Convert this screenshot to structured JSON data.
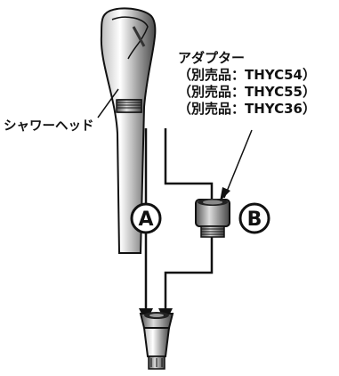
{
  "labels": {
    "adapter_title": "アダプター",
    "adapter_options": [
      "（別売品：THYC54）",
      "（別売品：THYC55）",
      "（別売品：THYC36）"
    ],
    "shower_head": "シャワーヘッド",
    "route_a": "A",
    "route_b": "B"
  },
  "colors": {
    "line": "#111111",
    "part_fill": "#ffffff",
    "shading": "#6b6b6b"
  },
  "icons": [
    "shower-head-icon",
    "adapter-icon",
    "hose-connector-icon",
    "arrow-down-icon"
  ]
}
